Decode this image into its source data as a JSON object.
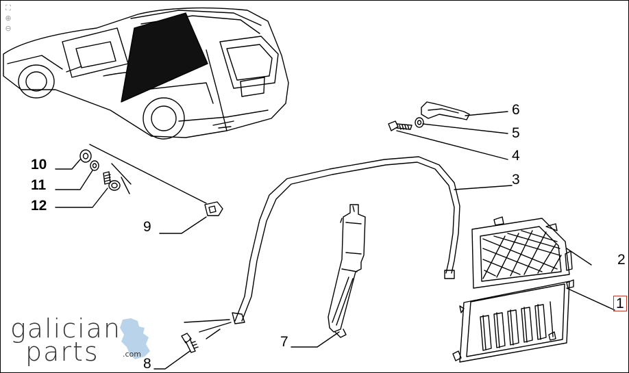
{
  "toolbar": {
    "tools": [
      {
        "name": "fit-icon",
        "glyph": "⛶"
      },
      {
        "name": "zoom-in-icon",
        "glyph": "⊕"
      },
      {
        "name": "zoom-out-icon",
        "glyph": "⊖"
      }
    ]
  },
  "logo": {
    "line1": "galician",
    "line2": "parts",
    "suffix": ".com",
    "map_color": "#b9d4ea"
  },
  "callouts": {
    "c1": "1",
    "c2": "2",
    "c3": "3",
    "c4": "4",
    "c5": "5",
    "c6": "6",
    "c7": "7",
    "c8": "8",
    "c9": "9",
    "c10": "10",
    "c11": "11",
    "c12": "12"
  },
  "colors": {
    "highlight_box": "#c0392b",
    "line": "#000000"
  }
}
